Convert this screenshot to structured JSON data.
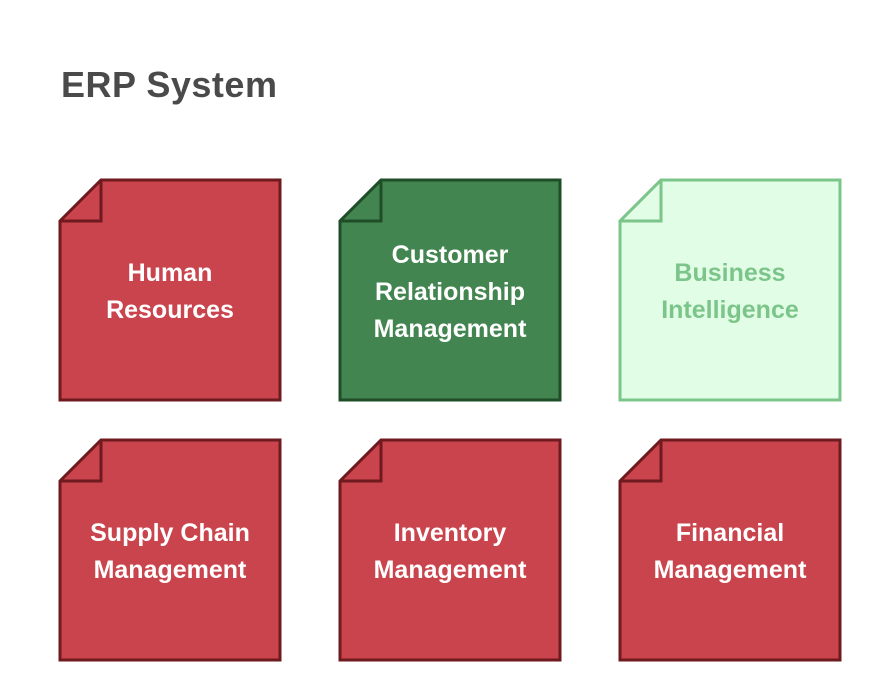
{
  "title": "ERP System",
  "colors": {
    "red_fill": "#c9444d",
    "red_stroke": "#6e1a1f",
    "red_text": "#ffffff",
    "green_fill": "#438550",
    "green_stroke": "#1f4d27",
    "green_text": "#ffffff",
    "light_fill": "#e1fde5",
    "light_stroke": "#7cc58a",
    "light_text": "#7cc58a"
  },
  "modules": [
    {
      "label": "Human\nResources",
      "style": "red"
    },
    {
      "label": "Customer\nRelationship\nManagement",
      "style": "green"
    },
    {
      "label": "Business\nIntelligence",
      "style": "light"
    },
    {
      "label": "Supply Chain\nManagement",
      "style": "red"
    },
    {
      "label": "Inventory\nManagement",
      "style": "red"
    },
    {
      "label": "Financial\nManagement",
      "style": "red"
    }
  ]
}
